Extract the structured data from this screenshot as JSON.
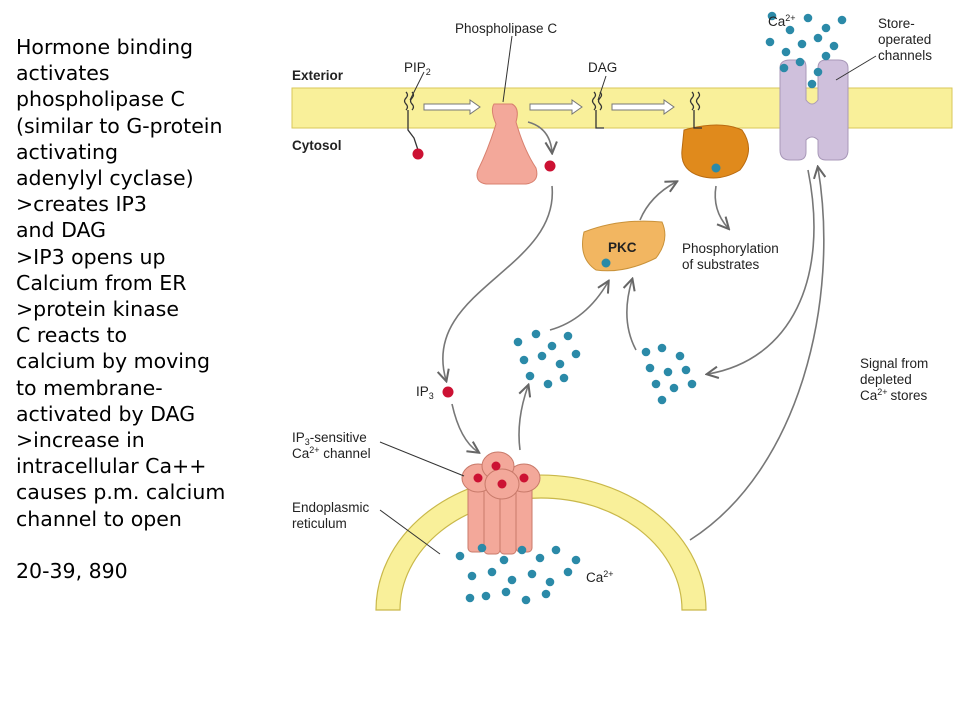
{
  "notes": {
    "lines": [
      "Hormone binding",
      "activates",
      "phospholipase C",
      "(similar to G-protein",
      "activating",
      "adenylyl cyclase)",
      ">creates IP3",
      "and DAG",
      ">IP3 opens up",
      "Calcium from ER",
      ">protein kinase",
      "C reacts to",
      "calcium by moving",
      "to membrane-",
      "activated by DAG",
      ">increase in",
      "intracellular Ca++",
      "causes p.m. calcium",
      "channel to open"
    ],
    "reference": "20-39, 890"
  },
  "diagram": {
    "exterior": "Exterior",
    "cytosol": "Cytosol",
    "pip2": "PIP",
    "pip2_sub": "2",
    "phospholipase_c": "Phospholipase C",
    "dag": "DAG",
    "ca_top": "Ca",
    "ca_top_sup": "2+",
    "store_operated": [
      "Store-",
      "operated",
      "channels"
    ],
    "pkc": "PKC",
    "phosphorylation": [
      "Phosphorylation",
      "of substrates"
    ],
    "ip3": "IP",
    "ip3_sub": "3",
    "signal": [
      "Signal from",
      "depleted",
      "Ca",
      "stores"
    ],
    "signal_sup": "2+",
    "ip3_channel": [
      "IP",
      "-sensitive",
      "Ca",
      " channel"
    ],
    "ip3_channel_sub": "3",
    "ip3_channel_sup": "2+",
    "er": [
      "Endoplasmic",
      "reticulum"
    ],
    "ca_er": "Ca",
    "ca_er_sup": "2+"
  },
  "colors": {
    "membrane": "#f9f09a",
    "membrane_edge": "#d9c75a",
    "phospholipase": "#f3a89a",
    "dag_kinase": "#e08a1c",
    "pkc": "#f2b661",
    "channel": "#cfc0dc",
    "ip3_dot": "#cc1133",
    "calcium_dot": "#2b8aa8"
  }
}
